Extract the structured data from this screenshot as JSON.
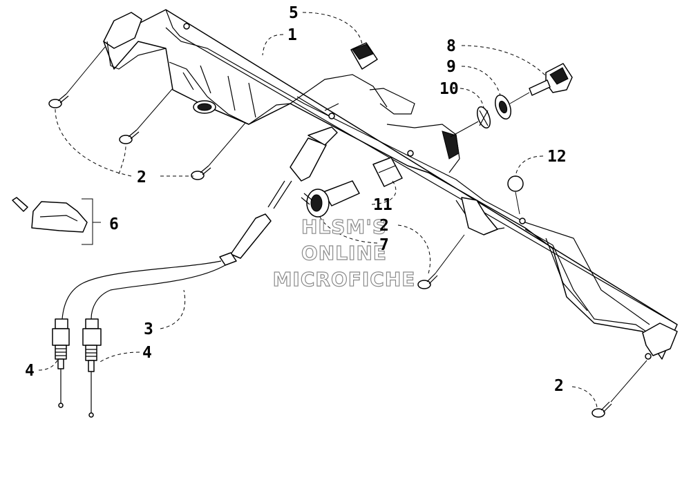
{
  "callouts": {
    "c1": "1",
    "c2a": "2",
    "c2b": "2",
    "c2c": "2",
    "c3": "3",
    "c4a": "4",
    "c4b": "4",
    "c5": "5",
    "c6": "6",
    "c7": "7",
    "c8": "8",
    "c9": "9",
    "c10": "10",
    "c11": "11",
    "c12": "12"
  },
  "watermark": {
    "line1": "HLSM'S",
    "line2": "ONLINE",
    "line3": "MICROFICHE"
  }
}
